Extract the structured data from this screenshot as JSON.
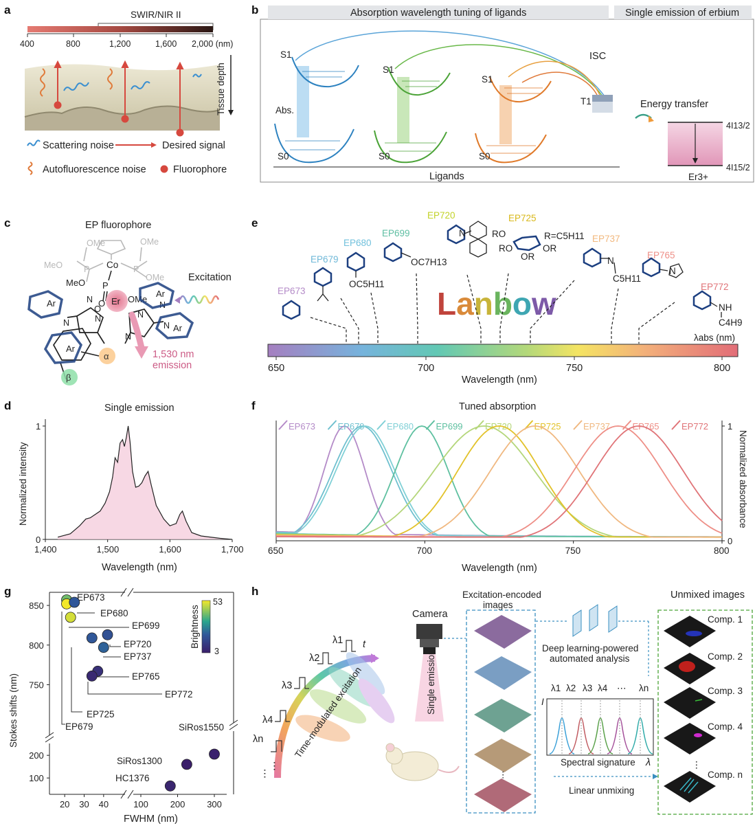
{
  "panels": {
    "a": {
      "label": "a",
      "band_label": "SWIR/NIR II",
      "ticks": [
        "400",
        "800",
        "1,200",
        "1,600",
        "2,000 (nm)"
      ],
      "depth_label": "Tissue depth",
      "legend": {
        "scatter": "Scattering noise",
        "signal": "Desired signal",
        "autofluor": "Autofluorescence noise",
        "fluorophore": "Fluorophore"
      }
    },
    "b": {
      "label": "b",
      "header_left": "Absorption wavelength tuning of ligands",
      "header_right": "Single emission of erbium",
      "s1": "S1",
      "s0": "S0",
      "t1": "T1",
      "abs": "Abs.",
      "isc": "ISC",
      "energy_transfer": "Energy transfer",
      "ligands": "Ligands",
      "er": "Er3+",
      "level_top": "4I13/2",
      "level_bottom": "4I15/2"
    },
    "c": {
      "label": "c",
      "title": "EP fluorophore",
      "excitation": "Excitation",
      "emission_line1": "1,530 nm",
      "emission_line2": "emission",
      "alpha": "α",
      "beta": "β",
      "atoms": {
        "co": "Co",
        "er": "Er",
        "o": "O",
        "n": "N",
        "ar": "Ar",
        "ome": "OMe",
        "meo": "MeO",
        "p": "P"
      }
    },
    "d": {
      "label": "d",
      "title": "Single emission",
      "xlabel": "Wavelength (nm)",
      "ylabel": "Normalized intensity"
    },
    "e": {
      "label": "e",
      "lanbow": [
        "L",
        "a",
        "n",
        "b",
        "o",
        "w"
      ],
      "names": [
        "EP673",
        "EP679",
        "EP680",
        "EP699",
        "EP720",
        "EP725",
        "EP737",
        "EP765",
        "EP772"
      ],
      "subs": {
        "ep680": "OC5H11",
        "ep699": "OC7H13",
        "ep725_r": "R=C5H11",
        "ep725_ro": "RO",
        "ep725_or": "OR",
        "ep737": "C5H11",
        "ep772_nh": "NH",
        "ep772_c": "C4H9"
      },
      "lambda_label": "λabs (nm)",
      "axis_ticks": [
        "650",
        "700",
        "750",
        "800"
      ],
      "xlabel": "Wavelength (nm)"
    },
    "f": {
      "label": "f",
      "title": "Tuned absorption",
      "xlabel": "Wavelength (nm)",
      "ylabel": "Normalized absorbance"
    },
    "g": {
      "label": "g",
      "xlabel": "FWHM (nm)",
      "ylabel": "Stokes shifts (nm)",
      "colorbar_title": "Brightness",
      "colorbar_max": "53",
      "colorbar_min": "3"
    },
    "h": {
      "label": "h",
      "camera": "Camera",
      "encoded_title_1": "Excitation-encoded",
      "encoded_title_2": "images",
      "unmixed_title": "Unmixed images",
      "deep_1": "Deep learning-powered",
      "deep_2": "automated analysis",
      "single_emission": "Single emission",
      "time_modulated": "Time-modulated excitation",
      "spectral_signature": "Spectral signature",
      "linear_unmixing": "Linear unmixing",
      "lambdas": [
        "λ1",
        "λ2",
        "λ3",
        "λ4",
        "λn"
      ],
      "comps": [
        "Comp. 1",
        "Comp. 2",
        "Comp. 3",
        "Comp. 4",
        "Comp. n"
      ],
      "t": "t",
      "I": "I",
      "lambda": "λ",
      "dots": "⋯"
    }
  },
  "chart_data": [
    {
      "panel": "d",
      "type": "line",
      "title": "Single emission",
      "xlabel": "Wavelength (nm)",
      "ylabel": "Normalized intensity",
      "xlim": [
        1400,
        1700
      ],
      "ylim": [
        0,
        1
      ],
      "xticks": [
        "1,400",
        "1,500",
        "1,600",
        "1,700"
      ],
      "yticks": [
        "0",
        "1"
      ],
      "x": [
        1420,
        1440,
        1455,
        1465,
        1472,
        1480,
        1488,
        1496,
        1503,
        1508,
        1512,
        1516,
        1520,
        1524,
        1527,
        1530,
        1533,
        1536,
        1540,
        1545,
        1550,
        1555,
        1560,
        1565,
        1570,
        1578,
        1590,
        1600,
        1610,
        1616,
        1620,
        1626,
        1635,
        1650,
        1680,
        1700
      ],
      "y": [
        0.02,
        0.05,
        0.12,
        0.18,
        0.19,
        0.22,
        0.25,
        0.32,
        0.42,
        0.55,
        0.72,
        0.68,
        0.85,
        0.88,
        0.82,
        0.9,
        1.0,
        0.86,
        0.6,
        0.46,
        0.47,
        0.5,
        0.56,
        0.6,
        0.48,
        0.3,
        0.18,
        0.12,
        0.14,
        0.22,
        0.25,
        0.16,
        0.06,
        0.03,
        0.01,
        0.0
      ]
    },
    {
      "panel": "f",
      "type": "line",
      "title": "Tuned absorption",
      "xlabel": "Wavelength (nm)",
      "ylabel": "Normalized absorbance",
      "xlim": [
        650,
        800
      ],
      "ylim": [
        0,
        1
      ],
      "xticks": [
        "650",
        "700",
        "750",
        "800"
      ],
      "yticks": [
        "0",
        "1"
      ],
      "series": [
        {
          "name": "EP673",
          "peak": 673,
          "color": "#b48bc8",
          "width_nm": 7
        },
        {
          "name": "EP679",
          "peak": 679,
          "color": "#6fc0cf",
          "width_nm": 10
        },
        {
          "name": "EP680",
          "peak": 680,
          "color": "#80d0d6",
          "width_nm": 10
        },
        {
          "name": "EP699",
          "peak": 699,
          "color": "#5ec0a0",
          "width_nm": 9
        },
        {
          "name": "EP720",
          "peak": 720,
          "color": "#b4d67a",
          "width_nm": 17
        },
        {
          "name": "EP725",
          "peak": 725,
          "color": "#e2c22a",
          "width_nm": 14
        },
        {
          "name": "EP737",
          "peak": 737,
          "color": "#f0b880",
          "width_nm": 15
        },
        {
          "name": "EP765",
          "peak": 765,
          "color": "#ee8f87",
          "width_nm": 15
        },
        {
          "name": "EP772",
          "peak": 772,
          "color": "#e07478",
          "width_nm": 15
        }
      ]
    },
    {
      "panel": "g",
      "type": "scatter",
      "xlabel": "FWHM (nm)",
      "ylabel": "Stokes shifts (nm)",
      "xticks": [
        "20",
        "30",
        "40",
        "100",
        "200",
        "300"
      ],
      "yticks": [
        "100",
        "200",
        "750",
        "800",
        "850"
      ],
      "axis_break": "x between 50 and 100; y between 200 and 750",
      "points": [
        {
          "name": "EP673",
          "fwhm": 21,
          "stokes": 857,
          "brightness": 40
        },
        {
          "name": "EP679",
          "fwhm": 21,
          "stokes": 852,
          "brightness": 53
        },
        {
          "name": "EP680",
          "fwhm": 25,
          "stokes": 854,
          "brightness": 20
        },
        {
          "name": "EP699",
          "fwhm": 23,
          "stokes": 835,
          "brightness": 50
        },
        {
          "name": "EP720",
          "fwhm": 42,
          "stokes": 813,
          "brightness": 18
        },
        {
          "name": "EP725",
          "fwhm": 34,
          "stokes": 809,
          "brightness": 20
        },
        {
          "name": "EP737",
          "fwhm": 40,
          "stokes": 797,
          "brightness": 22
        },
        {
          "name": "EP765",
          "fwhm": 37,
          "stokes": 767,
          "brightness": 8
        },
        {
          "name": "EP772",
          "fwhm": 34,
          "stokes": 761,
          "brightness": 6
        },
        {
          "name": "SiRos1550",
          "fwhm": 300,
          "stokes": 205,
          "brightness": 4
        },
        {
          "name": "SiRos1300",
          "fwhm": 225,
          "stokes": 160,
          "brightness": 3
        },
        {
          "name": "HC1376",
          "fwhm": 180,
          "stokes": 65,
          "brightness": 5
        }
      ]
    }
  ]
}
